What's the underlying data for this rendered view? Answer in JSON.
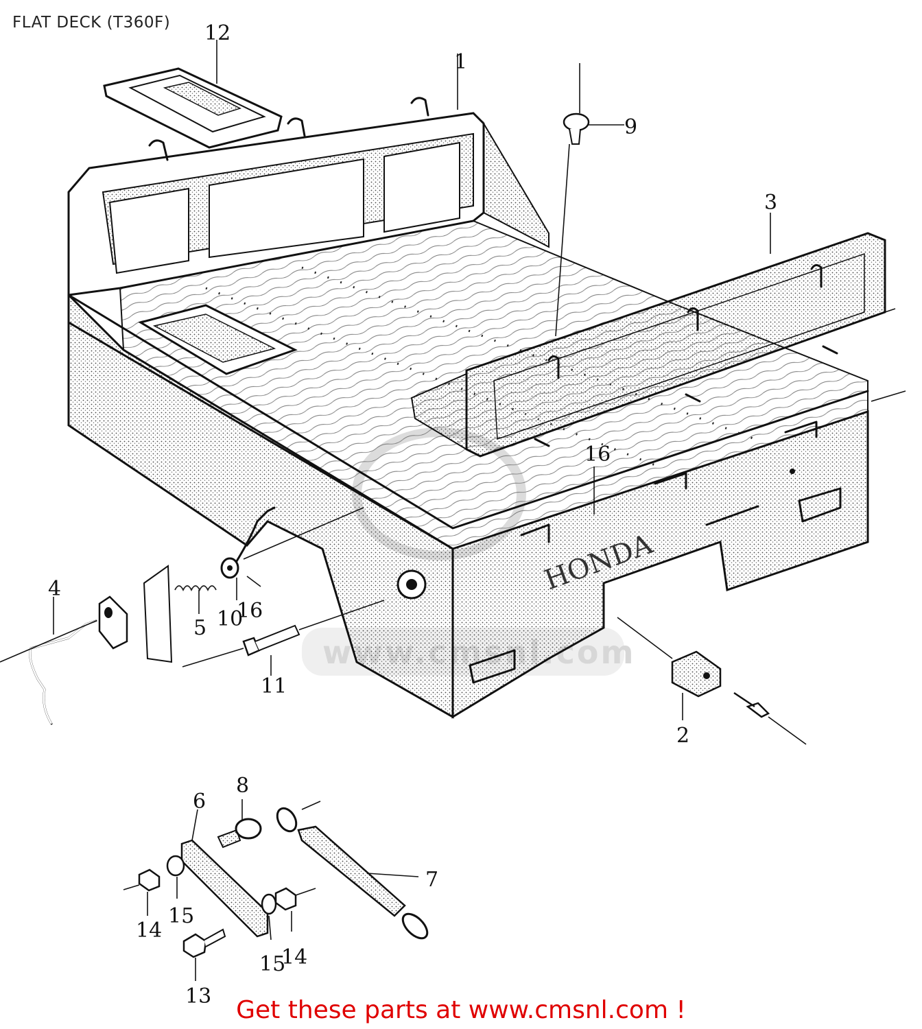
{
  "page": {
    "title": "FLAT DECK (T360F)",
    "footer_link": "Get these parts at www.cmsnl.com !",
    "deck_marking": "HONDA",
    "watermark": "www.cmsnl.com"
  },
  "callouts": [
    {
      "id": "c1",
      "label": "1"
    },
    {
      "id": "c2",
      "label": "2"
    },
    {
      "id": "c3",
      "label": "3"
    },
    {
      "id": "c4",
      "label": "4"
    },
    {
      "id": "c5",
      "label": "5"
    },
    {
      "id": "c6",
      "label": "6"
    },
    {
      "id": "c7",
      "label": "7"
    },
    {
      "id": "c8",
      "label": "8"
    },
    {
      "id": "c9",
      "label": "9"
    },
    {
      "id": "c10",
      "label": "10"
    },
    {
      "id": "c11",
      "label": "11"
    },
    {
      "id": "c12",
      "label": "12"
    },
    {
      "id": "c13",
      "label": "13"
    },
    {
      "id": "c14a",
      "label": "14"
    },
    {
      "id": "c14b",
      "label": "14"
    },
    {
      "id": "c15a",
      "label": "15"
    },
    {
      "id": "c15b",
      "label": "15"
    },
    {
      "id": "c16a",
      "label": "16"
    },
    {
      "id": "c16b",
      "label": "16"
    }
  ],
  "colors": {
    "ink": "#111111",
    "footer_link": "#e00000",
    "watermark": "#d7d7d7"
  }
}
